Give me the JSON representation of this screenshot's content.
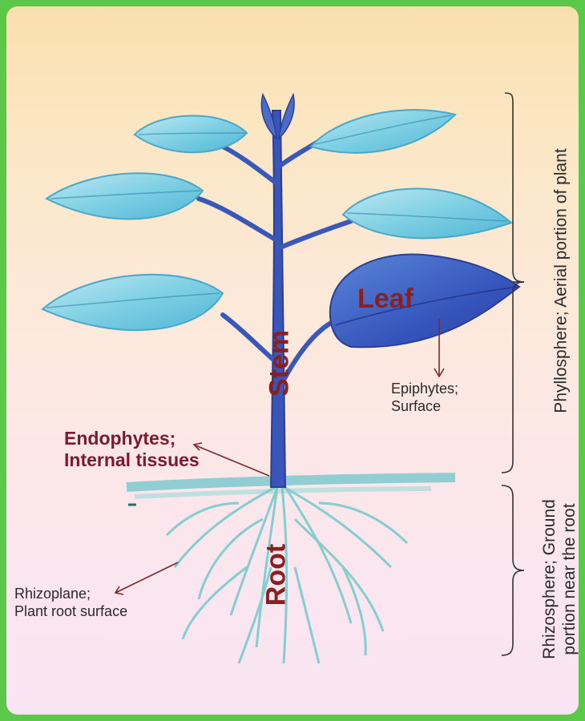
{
  "diagram": {
    "labels": {
      "stem": "Stem",
      "leaf": "Leaf",
      "root": "Root",
      "epiphytes_line1": "Epiphytes;",
      "epiphytes_line2": "Surface",
      "endophytes_line1": "Endophytes;",
      "endophytes_line2": "Internal tissues",
      "rhizoplane_line1": "Rhizoplane;",
      "rhizoplane_line2": "Plant root surface",
      "phyllosphere": "Phyllosphere; Aerial portion of plant",
      "rhizosphere_line1": "Rhizosphere; Ground",
      "rhizosphere_line2": "portion near the root"
    },
    "colors": {
      "frame": "#5cc84a",
      "leaf_light": "#8fd6e6",
      "leaf_dark": "#3b63c4",
      "stem": "#3a55b8",
      "root": "#7fcfcf",
      "label_dark_red": "#8a1f1f"
    }
  }
}
